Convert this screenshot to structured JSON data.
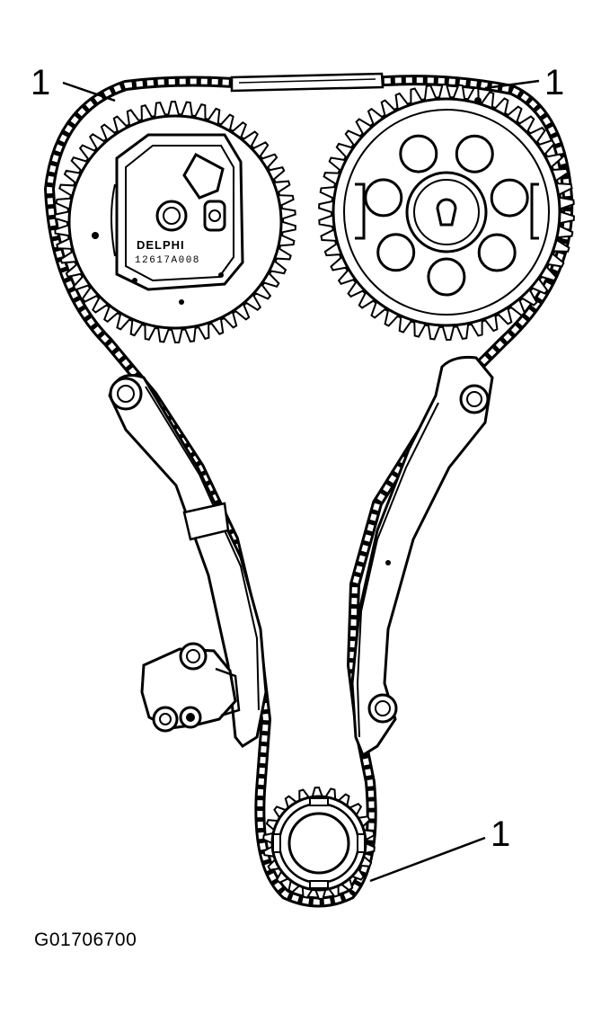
{
  "callouts": {
    "left": "1",
    "right": "1",
    "bottom": "1"
  },
  "sprocket_markings": {
    "brand": "DELPHI",
    "part_number": "12617A008"
  },
  "figure_id": "G01706700",
  "colors": {
    "ink": "#000000",
    "paper": "#ffffff"
  }
}
